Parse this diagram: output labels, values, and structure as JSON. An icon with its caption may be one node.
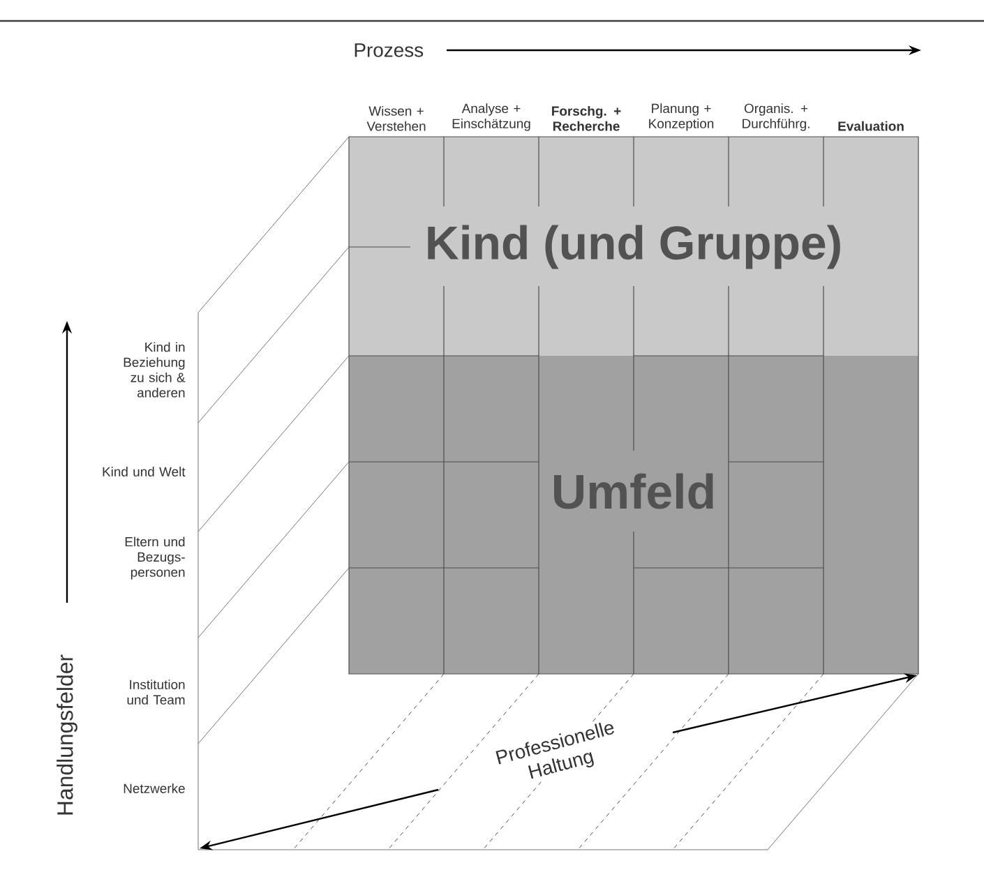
{
  "diagram": {
    "nodes": [
      {
        "text": [
          "Kind (und Gruppe)"
        ]
      },
      {
        "text": [
          "Umfeld"
        ]
      }
    ],
    "labels": [
      "Prozess",
      "Wissen + Verstehen",
      "Analyse + Einschätzung",
      "Forschg. + Recherche",
      "Planung + Konzeption",
      "Organis. + Durchführg.",
      "Evaluation",
      "Handlungsfelder",
      "Kind in Beziehung zu sich & anderen",
      "Kind und Welt",
      "Eltern und Bezugs- personen",
      "Institution und Team",
      "Netzwerke",
      "Professionelle Haltung"
    ]
  }
}
